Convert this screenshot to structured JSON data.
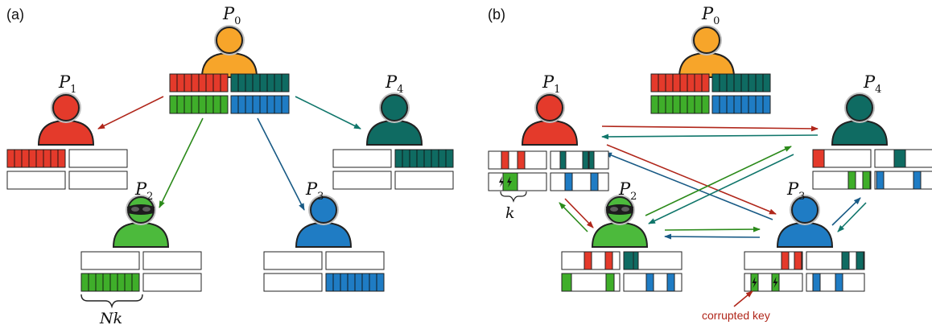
{
  "panels": {
    "a": {
      "label": "(a)"
    },
    "b": {
      "label": "(b)"
    }
  },
  "parties": [
    {
      "id": "P0",
      "base": "P",
      "sub": "0",
      "color": "#f7a52a"
    },
    {
      "id": "P1",
      "base": "P",
      "sub": "1",
      "color": "#e43a2b"
    },
    {
      "id": "P2",
      "base": "P",
      "sub": "2",
      "color": "#4cba3c",
      "icon": "masked-eavesdropper-icon"
    },
    {
      "id": "P3",
      "base": "P",
      "sub": "3",
      "color": "#1f7cc4"
    },
    {
      "id": "P4",
      "base": "P",
      "sub": "4",
      "color": "#0f6b62"
    }
  ],
  "colors": {
    "red": "#e43a2b",
    "green": "#3fae2a",
    "blue": "#1f7cc4",
    "teal": "#0f6b62",
    "arrow_red": "#b0261a",
    "arrow_green": "#2b8a1a",
    "arrow_blue": "#185a85",
    "arrow_teal": "#10766b",
    "outline": "#222222"
  },
  "annotations": {
    "nk": "Nk",
    "k": "k",
    "corrupted_key": "corrupted key",
    "corrupted_color": "#b0261a"
  },
  "icons": {
    "person": "person-icon",
    "lightning": "lightning-icon",
    "brace": "brace-icon"
  }
}
